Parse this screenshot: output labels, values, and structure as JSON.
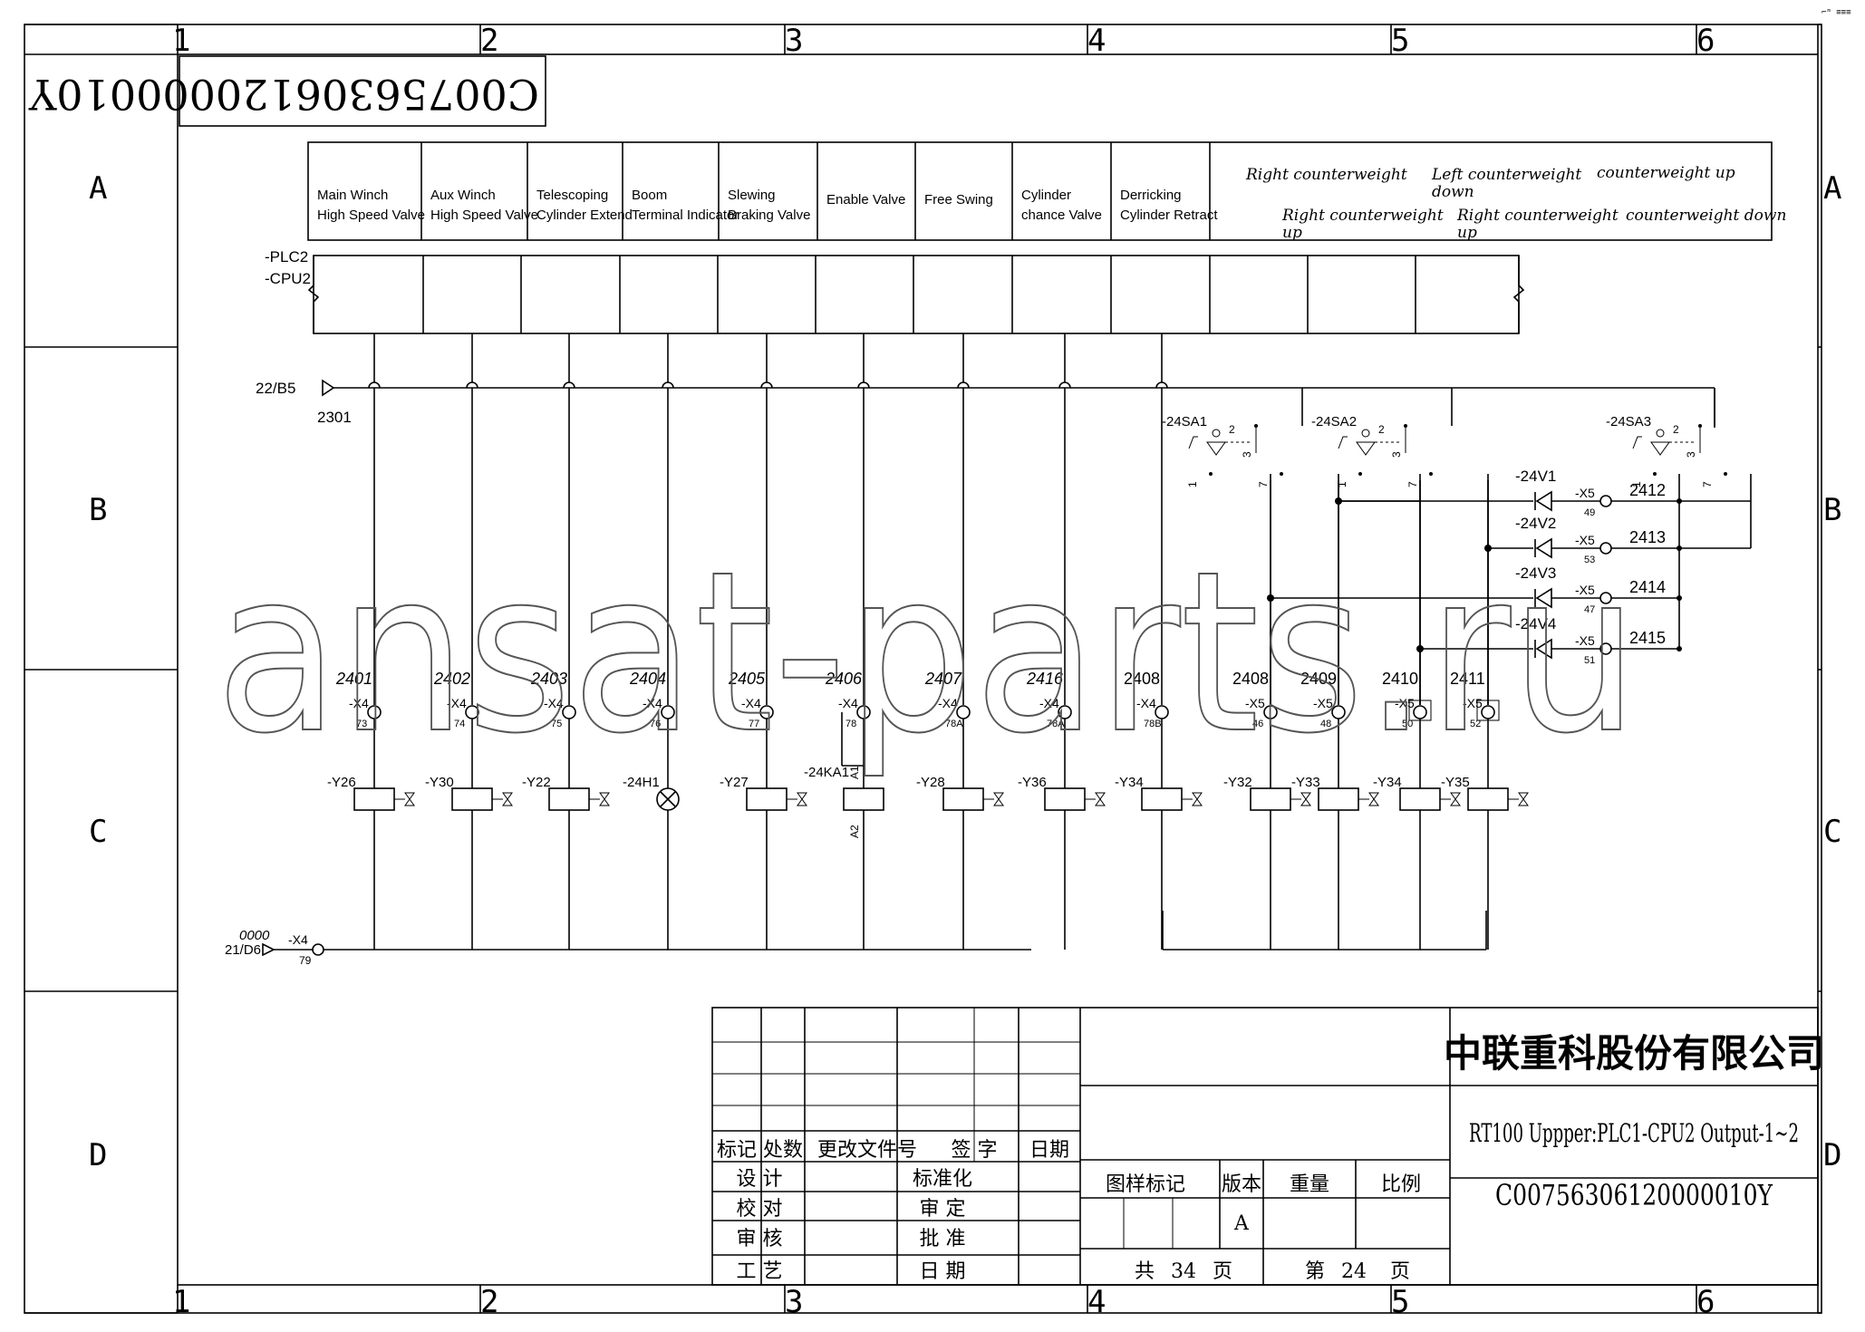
{
  "corner_mark": "⌐ᵐ ≡≡≡",
  "grid": {
    "columns": [
      "1",
      "2",
      "3",
      "4",
      "5",
      "6"
    ],
    "rows": [
      "A",
      "B",
      "C",
      "D"
    ]
  },
  "drawing_number_mirrored": "C00756306120000010Y",
  "plc": {
    "label1": "-PLC2",
    "label2": "-CPU2"
  },
  "functions": [
    "Main Winch High Speed Valve",
    "Aux Winch High Speed Valve",
    "Telescoping Cylinder Extend",
    "Boom Terminal Indicator",
    "Slewing Braking Valve",
    "Enable Valve",
    "Free Swing",
    "Cylinder chance Valve",
    "Derricking Cylinder Retract"
  ],
  "functions_italic": {
    "right_cw": "Right counterweight",
    "left_cw": "Left counterweight down",
    "cw_up": "counterweight up",
    "right_cw_up1": "Right counterweight up",
    "right_cw_up2": "Right counterweight up",
    "cw_down": "counterweight down"
  },
  "bus": {
    "ref_in": "22/B5",
    "wire": "2301",
    "ref_out": "21/D6",
    "ret_wire": "0000",
    "term": "-X4",
    "term_no": "79"
  },
  "circuits": [
    {
      "wire": "2401",
      "term": "-X4",
      "pin": "73",
      "dev": "-Y26",
      "kind": "valve"
    },
    {
      "wire": "2402",
      "term": "-X4",
      "pin": "74",
      "dev": "-Y30",
      "kind": "valve"
    },
    {
      "wire": "2403",
      "term": "-X4",
      "pin": "75",
      "dev": "-Y22",
      "kind": "valve"
    },
    {
      "wire": "2404",
      "term": "-X4",
      "pin": "76",
      "dev": "-24H1",
      "kind": "lamp"
    },
    {
      "wire": "2405",
      "term": "-X4",
      "pin": "77",
      "dev": "-Y27",
      "kind": "valve"
    },
    {
      "wire": "2406",
      "term": "-X4",
      "pin": "78",
      "dev": "-24KA1",
      "kind": "relay"
    },
    {
      "wire": "2407",
      "term": "-X4",
      "pin": "78A",
      "dev": "-Y28",
      "kind": "valve"
    },
    {
      "wire": "2416",
      "term": "-X4",
      "pin": "78A",
      "dev": "-Y36",
      "kind": "valve"
    },
    {
      "wire": "2408",
      "term": "-X4",
      "pin": "78B",
      "dev": "-Y34",
      "kind": "valve"
    },
    {
      "wire": "2408",
      "term": "-X5",
      "pin": "46",
      "dev": "-Y32",
      "kind": "valve"
    },
    {
      "wire": "2409",
      "term": "-X5",
      "pin": "48",
      "dev": "-Y33",
      "kind": "valve"
    },
    {
      "wire": "2410",
      "term": "-X5",
      "pin": "50",
      "dev": "-Y34",
      "kind": "valve"
    },
    {
      "wire": "2411",
      "term": "-X5",
      "pin": "52",
      "dev": "-Y35",
      "kind": "valve"
    }
  ],
  "relay_pins": {
    "a1": "A1",
    "a2": "A2"
  },
  "switches": [
    {
      "name": "-24SA1"
    },
    {
      "name": "-24SA2"
    },
    {
      "name": "-24SA3"
    }
  ],
  "switch_pins": {
    "p1": "1",
    "p2": "2",
    "p3": "3",
    "p7": "7"
  },
  "diodes": [
    {
      "name": "-24V1",
      "term": "-X5",
      "pin": "49",
      "wire": "2412"
    },
    {
      "name": "-24V2",
      "term": "-X5",
      "pin": "53",
      "wire": "2413"
    },
    {
      "name": "-24V3",
      "term": "-X5",
      "pin": "47",
      "wire": "2414"
    },
    {
      "name": "-24V4",
      "term": "-X5",
      "pin": "51",
      "wire": "2415"
    }
  ],
  "watermark": "ansat-parts.ru",
  "title_block": {
    "company": "中联重科股份有限公司",
    "title": "RT100 Uppper:PLC1-CPU2 Output-1~2",
    "code": "C00756306120000010Y",
    "rev_headers": [
      "标记",
      "处数",
      "更改文件号",
      "签 字",
      "日期"
    ],
    "roles_left": [
      "设 计",
      "校 对",
      "审 核",
      "工 艺"
    ],
    "roles_right": [
      "标准化",
      "审 定",
      "批 准",
      "日 期"
    ],
    "mark_labels": [
      "图样标记",
      "版本",
      "重量",
      "比例"
    ],
    "version": "A",
    "total_pages_prefix": "共",
    "total_pages": "34",
    "page_unit": "页",
    "page_prefix": "第",
    "page_no": "24",
    "page_unit2": "页"
  }
}
